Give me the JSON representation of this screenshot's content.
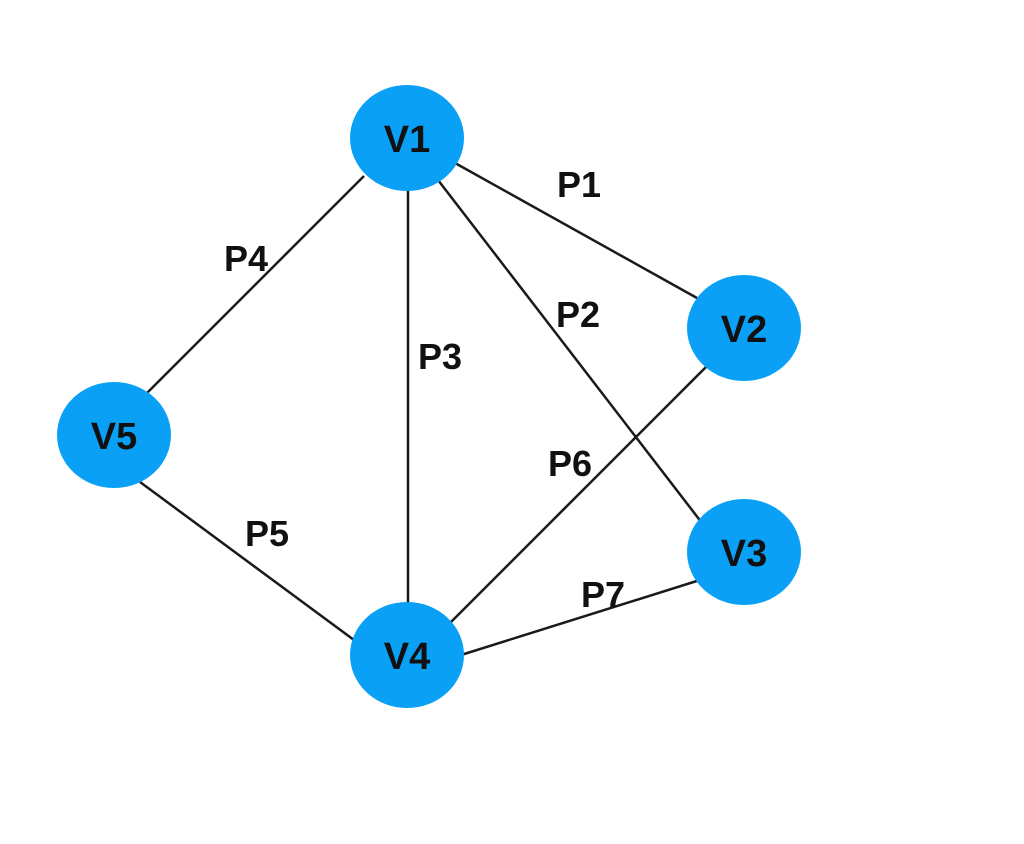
{
  "diagram": {
    "node_color": "#0aa0f5",
    "edge_color": "#1a1a1a",
    "nodes": [
      {
        "id": "v1",
        "label": "V1"
      },
      {
        "id": "v2",
        "label": "V2"
      },
      {
        "id": "v3",
        "label": "V3"
      },
      {
        "id": "v4",
        "label": "V4"
      },
      {
        "id": "v5",
        "label": "V5"
      }
    ],
    "edges": [
      {
        "id": "p1",
        "label": "P1",
        "from": "V1",
        "to": "V2"
      },
      {
        "id": "p2",
        "label": "P2",
        "from": "V1",
        "to": "V3"
      },
      {
        "id": "p3",
        "label": "P3",
        "from": "V1",
        "to": "V4"
      },
      {
        "id": "p4",
        "label": "P4",
        "from": "V1",
        "to": "V5"
      },
      {
        "id": "p5",
        "label": "P5",
        "from": "V5",
        "to": "V4"
      },
      {
        "id": "p6",
        "label": "P6",
        "from": "V2",
        "to": "V4"
      },
      {
        "id": "p7",
        "label": "P7",
        "from": "V3",
        "to": "V4"
      }
    ]
  }
}
